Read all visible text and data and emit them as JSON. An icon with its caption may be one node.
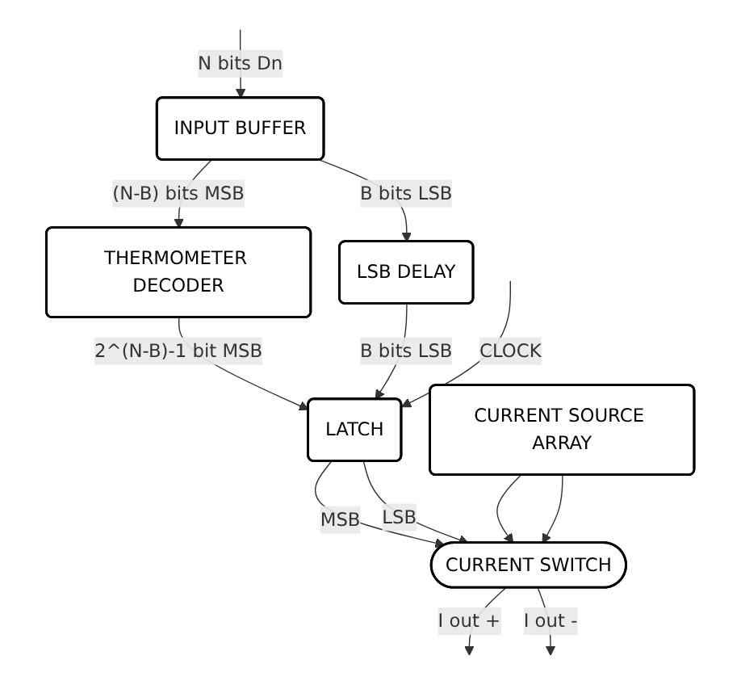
{
  "diagram": {
    "nodes": [
      {
        "text": [
          "INPUT BUFFER"
        ]
      },
      {
        "text": [
          "THERMOMETER DECODER"
        ]
      },
      {
        "text": [
          "LSB DELAY"
        ]
      },
      {
        "text": [
          "LATCH"
        ]
      },
      {
        "text": [
          "CURRENT SWITCH"
        ]
      },
      {
        "text": [
          "CURRENT SOURCE ARRAY"
        ]
      }
    ],
    "edges": [
      {
        "from": null,
        "to": 0,
        "arrow": "to",
        "label": "N bits Dn"
      },
      {
        "from": 0,
        "to": 1,
        "arrow": "to",
        "label": "(N-B) bits MSB"
      },
      {
        "from": 0,
        "to": 2,
        "arrow": "to",
        "label": "B bits LSB"
      },
      {
        "from": 1,
        "to": 3,
        "arrow": "to",
        "label": "2^(N-B)-1 bit MSB"
      },
      {
        "from": 2,
        "to": 3,
        "arrow": "to",
        "label": "B bits LSB"
      },
      {
        "from": null,
        "to": 3,
        "arrow": "to",
        "label": "CLOCK"
      },
      {
        "from": 3,
        "to": 4,
        "arrow": "to",
        "label": "MSB"
      },
      {
        "from": 3,
        "to": 4,
        "arrow": "to",
        "label": "LSB"
      },
      {
        "from": 5,
        "to": 4,
        "arrow": "to"
      },
      {
        "from": 5,
        "to": 4,
        "arrow": "to"
      },
      {
        "from": 4,
        "to": null,
        "arrow": "to",
        "label": "I out +"
      },
      {
        "from": 4,
        "to": null,
        "arrow": "to",
        "label": "I out -"
      }
    ]
  }
}
